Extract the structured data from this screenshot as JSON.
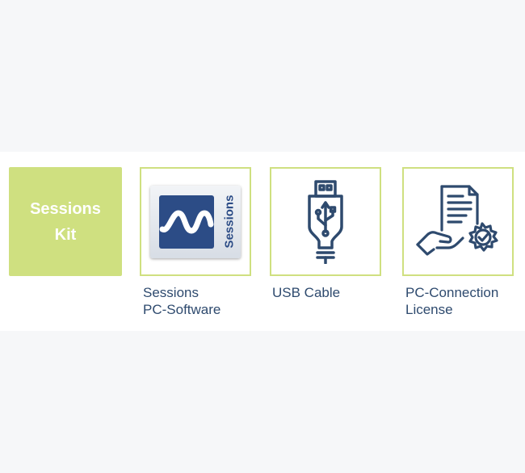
{
  "kit": {
    "line1": "Sessions",
    "line2": "Kit"
  },
  "items": [
    {
      "icon": "sessions-logo-icon",
      "logo_text": "Sessions",
      "caption_line1": "Sessions",
      "caption_line2": "PC-Software"
    },
    {
      "icon": "usb-cable-icon",
      "caption_line1": "USB Cable"
    },
    {
      "icon": "certificate-license-icon",
      "caption_line1": "PC-Connection",
      "caption_line2": "License"
    }
  ],
  "colors": {
    "accent": "#cfe080",
    "icon_blue": "#2e4a6e",
    "logo_blue": "#2c4c86"
  }
}
